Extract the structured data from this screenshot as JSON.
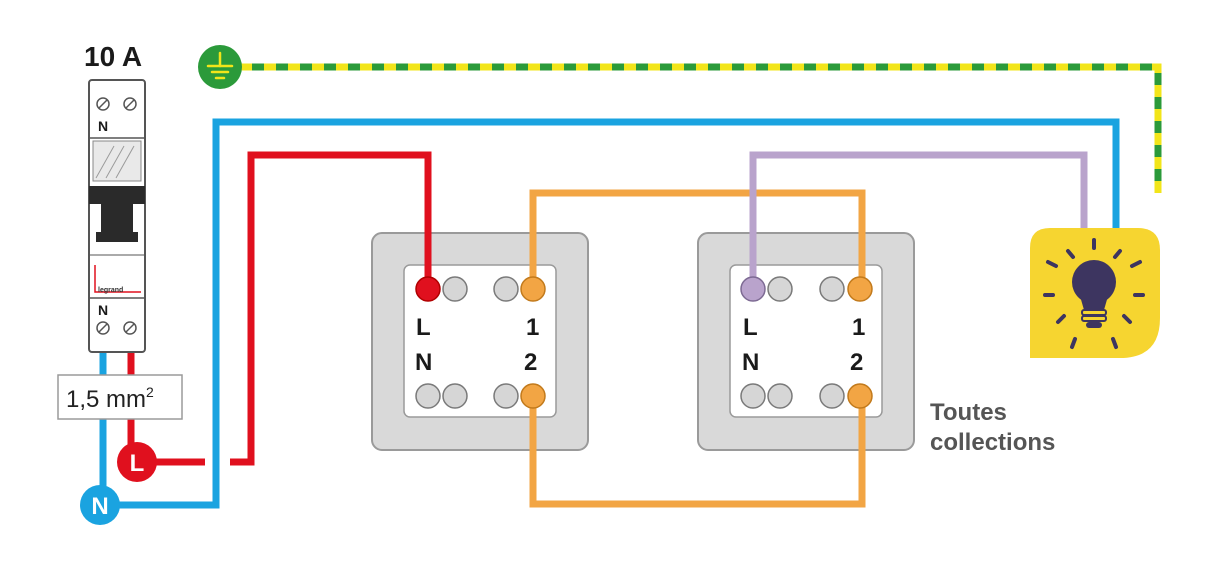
{
  "breaker": {
    "rating": "10 A",
    "terminal_top": "N",
    "terminal_bottom": "N",
    "brand": "legrand"
  },
  "cable_section": {
    "value": "1,5 mm",
    "exponent": "2"
  },
  "supply": {
    "earth_icon": "earth-ground-icon",
    "line_badge": "L",
    "neutral_badge": "N"
  },
  "switch_1": {
    "l": "L",
    "n": "N",
    "t1": "1",
    "t2": "2"
  },
  "switch_2": {
    "l": "L",
    "n": "N",
    "t1": "1",
    "t2": "2"
  },
  "lamp": {
    "icon": "light-bulb-icon"
  },
  "caption": {
    "line1": "Toutes",
    "line2": "collections"
  },
  "colors": {
    "phase": "#e0101e",
    "neutral": "#1aa3e0",
    "earth_green": "#2b9a3a",
    "earth_yellow": "#f2e51a",
    "traveler": "#f2a544",
    "return": "#b9a3cc",
    "lamp_bg": "#f6d530",
    "bulb": "#3d3560",
    "plate": "#d9d9d9"
  }
}
